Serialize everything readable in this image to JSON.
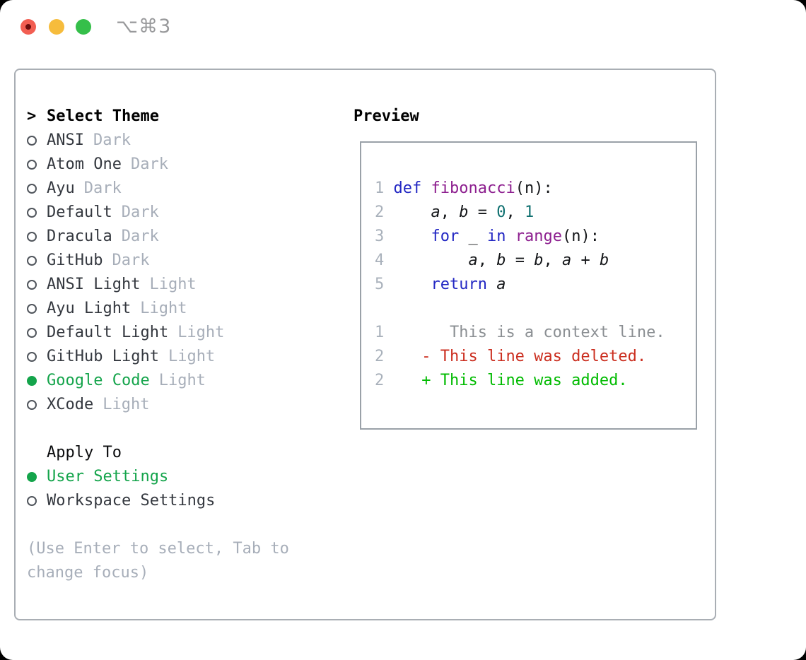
{
  "window": {
    "shortcut_label": "⌥⌘3"
  },
  "colors": {
    "selection_green": "#14a44b",
    "keyword_blue": "#2227c3",
    "function_purple": "#8d1f8f",
    "number_teal": "#0e6f6f",
    "deleted_red": "#cb2e1f",
    "added_green": "#00bb00",
    "muted_gray": "#a7aeb9",
    "traffic_red": "#f25e52",
    "traffic_yellow": "#f6bc3c",
    "traffic_green": "#35bf4a"
  },
  "theme_panel": {
    "title_prefix": ">",
    "title": "Select Theme",
    "themes": [
      {
        "name": "ANSI",
        "variant": "Dark",
        "selected": false
      },
      {
        "name": "Atom One",
        "variant": "Dark",
        "selected": false
      },
      {
        "name": "Ayu",
        "variant": "Dark",
        "selected": false
      },
      {
        "name": "Default",
        "variant": "Dark",
        "selected": false
      },
      {
        "name": "Dracula",
        "variant": "Dark",
        "selected": false
      },
      {
        "name": "GitHub",
        "variant": "Dark",
        "selected": false
      },
      {
        "name": "ANSI Light",
        "variant": "Light",
        "selected": false
      },
      {
        "name": "Ayu Light",
        "variant": "Light",
        "selected": false
      },
      {
        "name": "Default Light",
        "variant": "Light",
        "selected": false
      },
      {
        "name": "GitHub Light",
        "variant": "Light",
        "selected": false
      },
      {
        "name": "Google Code",
        "variant": "Light",
        "selected": true
      },
      {
        "name": "XCode",
        "variant": "Light",
        "selected": false
      }
    ],
    "apply_to": {
      "title": "Apply To",
      "options": [
        {
          "label": "User Settings",
          "selected": true
        },
        {
          "label": "Workspace Settings",
          "selected": false
        }
      ]
    },
    "hint_line1": "(Use Enter to select, Tab to",
    "hint_line2": "change focus)"
  },
  "preview": {
    "title": "Preview",
    "code_lines": [
      {
        "name": "code-line-1",
        "tokens": [
          {
            "s": "ln",
            "t": "1"
          },
          {
            "s": "pl",
            "t": " "
          },
          {
            "s": "kw",
            "t": "def"
          },
          {
            "s": "pl",
            "t": " "
          },
          {
            "s": "fn",
            "t": "fibonacci"
          },
          {
            "s": "pl",
            "t": "(n):"
          }
        ]
      },
      {
        "name": "code-line-2",
        "tokens": [
          {
            "s": "ln",
            "t": "2"
          },
          {
            "s": "pl",
            "t": "     "
          },
          {
            "s": "var",
            "t": "a"
          },
          {
            "s": "pl",
            "t": ", "
          },
          {
            "s": "var",
            "t": "b"
          },
          {
            "s": "pl",
            "t": " = "
          },
          {
            "s": "num",
            "t": "0"
          },
          {
            "s": "pl",
            "t": ", "
          },
          {
            "s": "num",
            "t": "1"
          }
        ]
      },
      {
        "name": "code-line-3",
        "tokens": [
          {
            "s": "ln",
            "t": "3"
          },
          {
            "s": "pl",
            "t": "     "
          },
          {
            "s": "kw",
            "t": "for"
          },
          {
            "s": "pl",
            "t": " _ "
          },
          {
            "s": "kw",
            "t": "in"
          },
          {
            "s": "pl",
            "t": " "
          },
          {
            "s": "fn",
            "t": "range"
          },
          {
            "s": "pl",
            "t": "(n):"
          }
        ]
      },
      {
        "name": "code-line-4",
        "tokens": [
          {
            "s": "ln",
            "t": "4"
          },
          {
            "s": "pl",
            "t": "         "
          },
          {
            "s": "var",
            "t": "a"
          },
          {
            "s": "pl",
            "t": ", "
          },
          {
            "s": "var",
            "t": "b"
          },
          {
            "s": "pl",
            "t": " = "
          },
          {
            "s": "var",
            "t": "b"
          },
          {
            "s": "pl",
            "t": ", "
          },
          {
            "s": "var",
            "t": "a"
          },
          {
            "s": "pl",
            "t": " + "
          },
          {
            "s": "var",
            "t": "b"
          }
        ]
      },
      {
        "name": "code-line-5",
        "tokens": [
          {
            "s": "ln",
            "t": "5"
          },
          {
            "s": "pl",
            "t": "     "
          },
          {
            "s": "kw",
            "t": "return"
          },
          {
            "s": "pl",
            "t": " "
          },
          {
            "s": "var",
            "t": "a"
          }
        ]
      },
      {
        "name": "blank-line",
        "tokens": []
      },
      {
        "name": "diff-context-line",
        "tokens": [
          {
            "s": "ln",
            "t": "1"
          },
          {
            "s": "pl",
            "t": "       "
          },
          {
            "s": "ctx",
            "t": "This is a context line."
          }
        ]
      },
      {
        "name": "diff-deleted-line",
        "tokens": [
          {
            "s": "ln",
            "t": "2"
          },
          {
            "s": "pl",
            "t": "    "
          },
          {
            "s": "del",
            "t": "- This line was deleted."
          }
        ]
      },
      {
        "name": "diff-added-line",
        "tokens": [
          {
            "s": "ln",
            "t": "2"
          },
          {
            "s": "pl",
            "t": "    "
          },
          {
            "s": "add",
            "t": "+ This line was added."
          }
        ]
      }
    ]
  }
}
